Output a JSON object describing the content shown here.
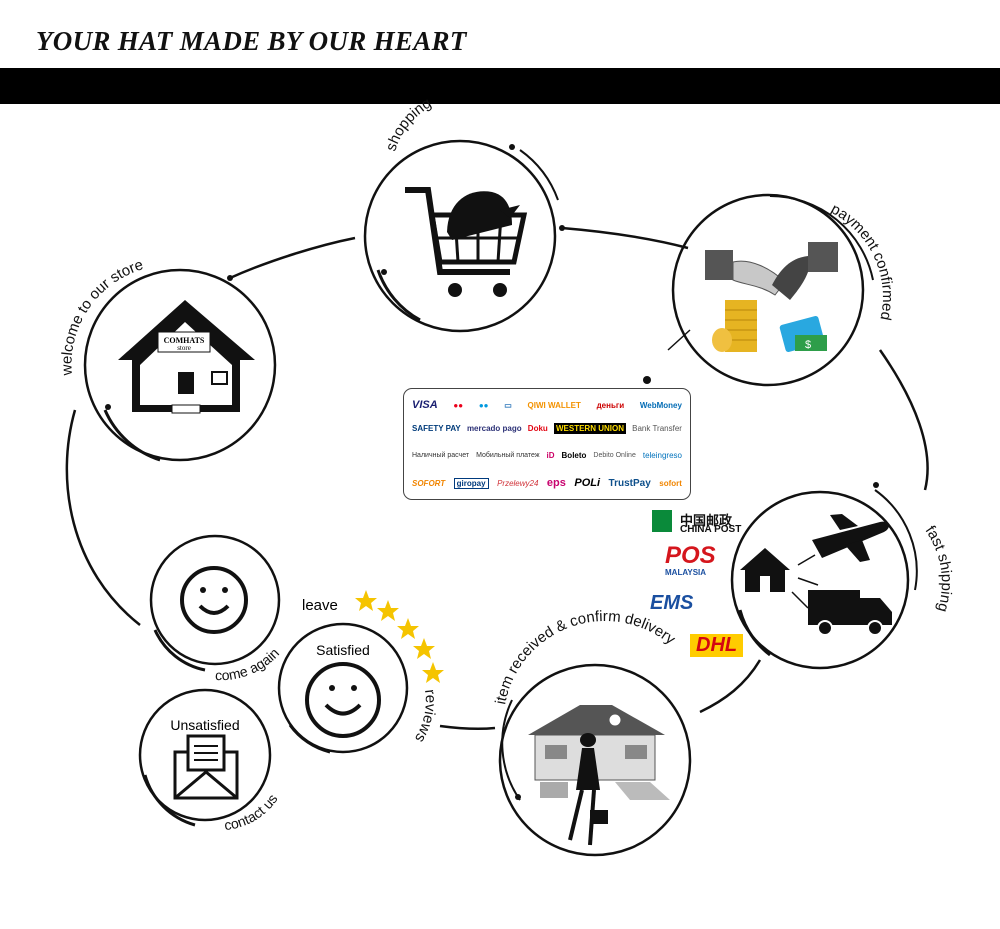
{
  "header": {
    "title": "YOUR HAT MADE BY OUR HEART"
  },
  "steps": {
    "shopping": "shopping",
    "payment": "payment confirmed",
    "shipping": "fast shipping",
    "received": "item received & confirm delivery",
    "welcome": "welcome to our store",
    "come_again": "come again",
    "leave": "leave",
    "reviews": "reviews",
    "satisfied": "Satisfied",
    "unsatisfied": "Unsatisfied",
    "contact": "contact us"
  },
  "store_sign": {
    "line1": "COMHATS",
    "line2": "store"
  },
  "payment_methods": [
    [
      "VISA",
      "●●",
      "●●",
      "▭",
      "QIWI WALLET",
      "деньги",
      "WebMoney"
    ],
    [
      "SAFETY PAY",
      "mercado pago",
      "Doku",
      "WESTERN UNION",
      "Bank Transfer"
    ],
    [
      "Наличный расчет",
      "Мобильный платеж",
      "iD",
      "Boleto",
      "Debito Online",
      "teleingreso"
    ],
    [
      "SOFORT",
      "giropay",
      "Przelewy24",
      "eps",
      "POLi",
      "TrustPay",
      "sofort"
    ]
  ],
  "carriers": {
    "china_post_cn": "中国邮政",
    "china_post_en": "CHINA POST",
    "pos": "POS",
    "pos_country": "MALAYSIA",
    "ems": "EMS",
    "dhl": "DHL"
  },
  "colors": {
    "star": "#f5c400",
    "dhl_red": "#d40511",
    "pos_red": "#d5161d",
    "ems_blue": "#1a4fa0",
    "china_post_green": "#0a8a3a"
  }
}
